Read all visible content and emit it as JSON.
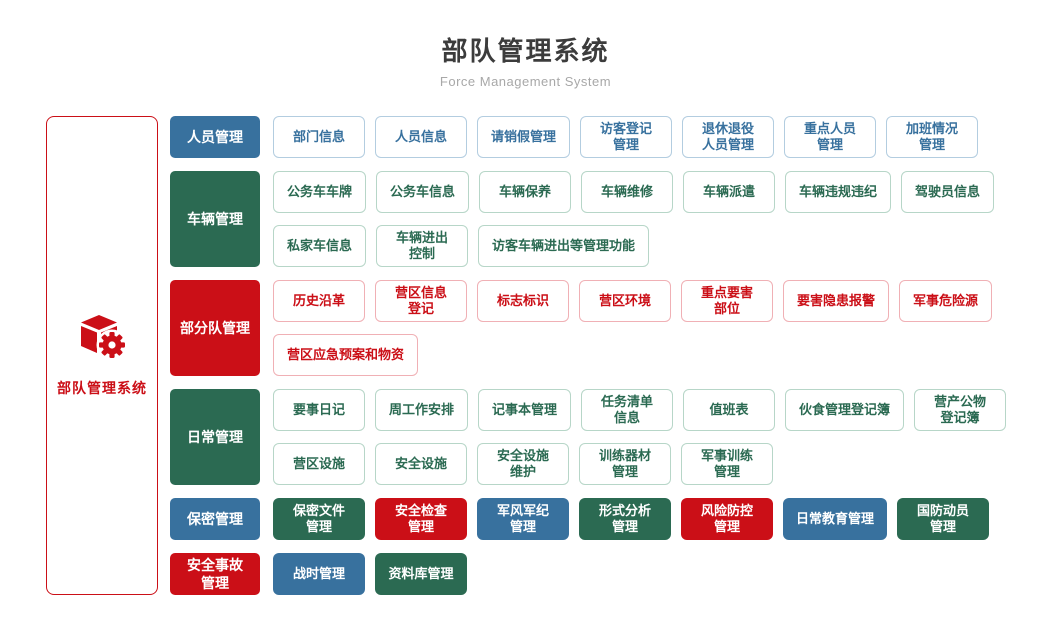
{
  "header": {
    "title": "部队管理系统",
    "subtitle": "Force Management System"
  },
  "root_panel": {
    "label": "部队管理系统",
    "icon": "cube-gear-icon"
  },
  "colors": {
    "blue": "#38719e",
    "green": "#2b6a52",
    "red": "#cb0f17",
    "blue_light": "#b3cde0",
    "green_light": "#b7d6c8",
    "red_light": "#f0b0b5",
    "title_text": "#3c3c3c",
    "subtitle_text": "#a8a8a8"
  },
  "sections": [
    {
      "label_lines": [
        "人员管理"
      ],
      "color": "blue",
      "item_style": "outline",
      "rows": [
        [
          {
            "lines": [
              "部门信息"
            ]
          },
          {
            "lines": [
              "人员信息"
            ]
          },
          {
            "lines": [
              "请销假管理"
            ]
          },
          {
            "lines": [
              "访客登记",
              "管理"
            ]
          },
          {
            "lines": [
              "退休退役",
              "人员管理"
            ]
          },
          {
            "lines": [
              "重点人员",
              "管理"
            ]
          },
          {
            "lines": [
              "加班情况",
              "管理"
            ]
          }
        ]
      ]
    },
    {
      "label_lines": [
        "车辆管理"
      ],
      "color": "green",
      "item_style": "outline",
      "rows": [
        [
          {
            "lines": [
              "公务车车牌"
            ]
          },
          {
            "lines": [
              "公务车信息"
            ]
          },
          {
            "lines": [
              "车辆保养"
            ]
          },
          {
            "lines": [
              "车辆维修"
            ]
          },
          {
            "lines": [
              "车辆派遣"
            ]
          },
          {
            "lines": [
              "车辆违规违纪"
            ]
          },
          {
            "lines": [
              "驾驶员信息"
            ]
          }
        ],
        [
          {
            "lines": [
              "私家车信息"
            ]
          },
          {
            "lines": [
              "车辆进出",
              "控制"
            ]
          },
          {
            "lines": [
              "访客车辆进出等管理功能"
            ]
          }
        ]
      ]
    },
    {
      "label_lines": [
        "部分队管理"
      ],
      "color": "red",
      "item_style": "outline",
      "rows": [
        [
          {
            "lines": [
              "历史沿革"
            ]
          },
          {
            "lines": [
              "营区信息",
              "登记"
            ]
          },
          {
            "lines": [
              "标志标识"
            ]
          },
          {
            "lines": [
              "营区环境"
            ]
          },
          {
            "lines": [
              "重点要害",
              "部位"
            ]
          },
          {
            "lines": [
              "要害隐患报警"
            ]
          },
          {
            "lines": [
              "军事危险源"
            ]
          }
        ],
        [
          {
            "lines": [
              "营区应急预案和物资"
            ]
          }
        ]
      ]
    },
    {
      "label_lines": [
        "日常管理"
      ],
      "color": "green",
      "item_style": "outline",
      "rows": [
        [
          {
            "lines": [
              "要事日记"
            ]
          },
          {
            "lines": [
              "周工作安排"
            ]
          },
          {
            "lines": [
              "记事本管理"
            ]
          },
          {
            "lines": [
              "任务清单",
              "信息"
            ]
          },
          {
            "lines": [
              "值班表"
            ]
          },
          {
            "lines": [
              "伙食管理登记簿"
            ]
          },
          {
            "lines": [
              "营产公物",
              "登记簿"
            ]
          }
        ],
        [
          {
            "lines": [
              "营区设施"
            ]
          },
          {
            "lines": [
              "安全设施"
            ]
          },
          {
            "lines": [
              "安全设施",
              "维护"
            ]
          },
          {
            "lines": [
              "训练器材",
              "管理"
            ]
          },
          {
            "lines": [
              "军事训练",
              "管理"
            ]
          }
        ]
      ]
    },
    {
      "label_lines": [
        "保密管理"
      ],
      "color": "blue",
      "item_style": "solid",
      "rows": [
        [
          {
            "lines": [
              "保密文件",
              "管理"
            ],
            "color": "green"
          },
          {
            "lines": [
              "安全检查",
              "管理"
            ],
            "color": "red"
          },
          {
            "lines": [
              "军风军纪",
              "管理"
            ],
            "color": "blue"
          },
          {
            "lines": [
              "形式分析",
              "管理"
            ],
            "color": "green"
          },
          {
            "lines": [
              "风险防控",
              "管理"
            ],
            "color": "red"
          },
          {
            "lines": [
              "日常教育管理"
            ],
            "color": "blue"
          },
          {
            "lines": [
              "国防动员",
              "管理"
            ],
            "color": "green"
          }
        ]
      ]
    },
    {
      "label_lines": [
        "安全事故",
        "管理"
      ],
      "color": "red",
      "item_style": "solid",
      "rows": [
        [
          {
            "lines": [
              "战时管理"
            ],
            "color": "blue"
          },
          {
            "lines": [
              "资料库管理"
            ],
            "color": "green"
          }
        ]
      ]
    }
  ]
}
